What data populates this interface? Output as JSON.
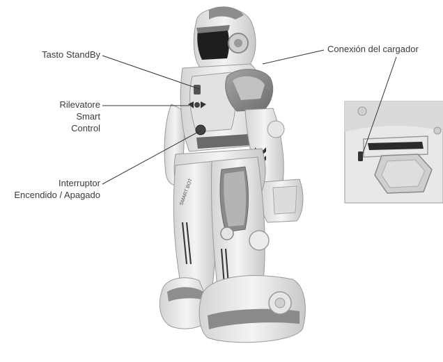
{
  "callouts": {
    "standby": {
      "lines": [
        "Tasto StandBy"
      ]
    },
    "sensor": {
      "lines": [
        "Rilevatore",
        "Smart",
        "Control"
      ]
    },
    "power_switch": {
      "lines": [
        "Interruptor",
        "Encendido / Apagado"
      ]
    },
    "charger": {
      "lines": [
        "Conexión del cargador"
      ]
    }
  },
  "robot_chest_text": "SMART BOT",
  "colors": {
    "robot_body": "#ececec",
    "robot_shade": "#8a8a8a",
    "robot_dark": "#2a2a2a",
    "leader_line": "#333333",
    "text": "#3a3a3a"
  }
}
